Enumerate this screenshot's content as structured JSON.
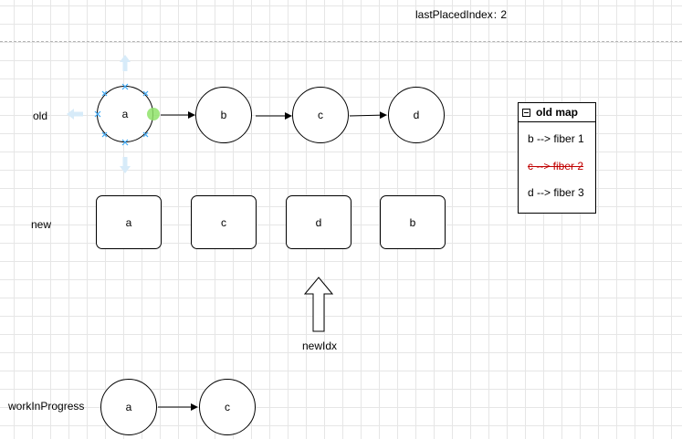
{
  "header": {
    "last_placed_label": "lastPlacedIndex",
    "last_placed_sep": ":",
    "last_placed_value": "2"
  },
  "rows": {
    "old_label": "old",
    "new_label": "new",
    "wip_label": "workInProgress"
  },
  "old_list": [
    "a",
    "b",
    "c",
    "d"
  ],
  "new_list": [
    "a",
    "c",
    "d",
    "b"
  ],
  "wip_list": [
    "a",
    "c"
  ],
  "pointer": {
    "label": "newIdx"
  },
  "old_map": {
    "title": "old map",
    "entries": [
      {
        "text": "b --> fiber 1",
        "struck": false
      },
      {
        "text": "c --> fiber 2",
        "struck": true
      },
      {
        "text": "d --> fiber 3",
        "struck": false
      }
    ]
  },
  "colors": {
    "grid": "#e6e6e6",
    "handle": "#3fa9f5",
    "connect_point": "#8fe36a",
    "struck_text": "#c00000"
  }
}
